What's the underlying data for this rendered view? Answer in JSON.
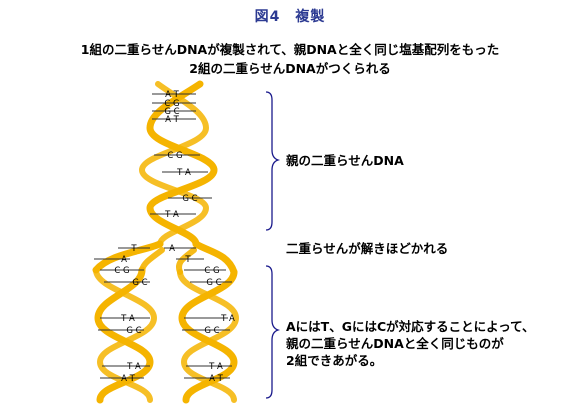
{
  "title": "図4　複製",
  "subtitle": {
    "line1": "1組の二重らせんDNAが複製されて、親DNAと全く同じ塩基配列をもった",
    "line2": "2組の二重らせんDNAがつくられる"
  },
  "labels": {
    "parent": "親の二重らせんDNA",
    "unwind": "二重らせんが解きほどかれる",
    "pairing": [
      "AにはT、GにはCが対応することによって、",
      "親の二重らせんDNAと全く同じものが",
      "2組できあがる。"
    ]
  },
  "colors": {
    "strand": "#f5b400",
    "strand_edge": "#e09a00",
    "rung": "#333333",
    "title": "#2c3a92"
  },
  "base_pairs": {
    "parent_top": [
      "A T",
      "C G",
      "G C",
      "A T"
    ],
    "parent_mid": [
      "C G",
      "T A",
      "G C",
      "T A"
    ],
    "split_free": [
      "T",
      "A",
      "A",
      "T"
    ],
    "left_child": [
      "C G",
      "G C",
      "T A",
      "G C",
      "T A",
      "A T"
    ],
    "right_child": [
      "C G",
      "G C",
      "T A",
      "G C",
      "T A",
      "A T"
    ]
  }
}
